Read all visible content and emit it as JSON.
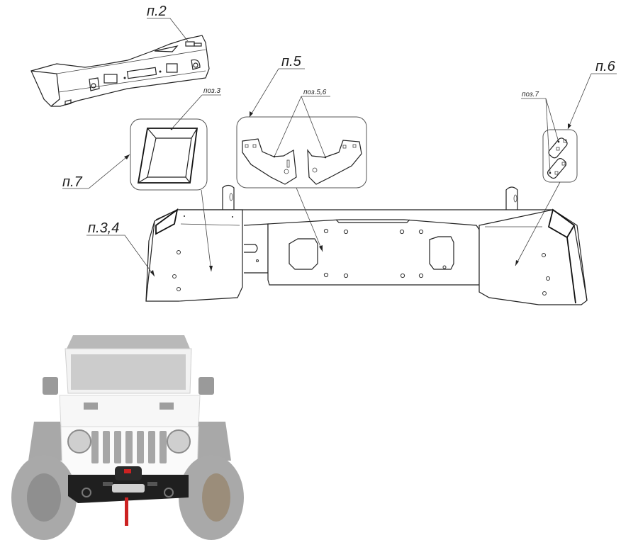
{
  "diagram": {
    "labels": {
      "p2": "п.2",
      "p5": "п.5",
      "p6": "п.6",
      "p7": "п.7",
      "p34": "п.3,4",
      "poz3": "поз.3",
      "poz56": "поз.5,6",
      "poz7": "поз.7"
    },
    "parts": [
      {
        "id": "p2",
        "description": "assembled bumper (isometric)"
      },
      {
        "id": "p5",
        "description": "side brackets, left and right"
      },
      {
        "id": "p6",
        "description": "two small plates"
      },
      {
        "id": "p7",
        "description": "square frame insert"
      },
      {
        "id": "p34",
        "description": "end panels"
      }
    ],
    "colors": {
      "line": "#222222",
      "background": "#ffffff",
      "accent_red": "#cc2222"
    }
  },
  "photo": {
    "subject": "white off-road vehicle front view with winch bumper"
  }
}
